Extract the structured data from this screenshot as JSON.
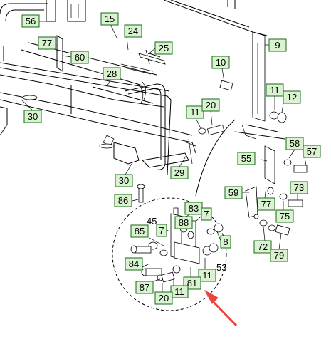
{
  "callouts": [
    {
      "id": "c56",
      "label": "56"
    },
    {
      "id": "c15",
      "label": "15"
    },
    {
      "id": "c24",
      "label": "24"
    },
    {
      "id": "c77a",
      "label": "77"
    },
    {
      "id": "c60",
      "label": "60"
    },
    {
      "id": "c25",
      "label": "25"
    },
    {
      "id": "c9",
      "label": "9"
    },
    {
      "id": "c10",
      "label": "10"
    },
    {
      "id": "c28",
      "label": "28"
    },
    {
      "id": "c11a",
      "label": "11"
    },
    {
      "id": "c12",
      "label": "12"
    },
    {
      "id": "c11b",
      "label": "11"
    },
    {
      "id": "c20a",
      "label": "20"
    },
    {
      "id": "c30a",
      "label": "30"
    },
    {
      "id": "c58",
      "label": "58"
    },
    {
      "id": "c57",
      "label": "57"
    },
    {
      "id": "c55",
      "label": "55"
    },
    {
      "id": "c29",
      "label": "29"
    },
    {
      "id": "c30b",
      "label": "30"
    },
    {
      "id": "c73",
      "label": "73"
    },
    {
      "id": "c59",
      "label": "59"
    },
    {
      "id": "c77b",
      "label": "77"
    },
    {
      "id": "c75",
      "label": "75"
    },
    {
      "id": "c86",
      "label": "86"
    },
    {
      "id": "c83",
      "label": "83"
    },
    {
      "id": "c7a",
      "label": "7"
    },
    {
      "id": "c88",
      "label": "88"
    },
    {
      "id": "c85",
      "label": "85"
    },
    {
      "id": "c7b",
      "label": "7"
    },
    {
      "id": "c8",
      "label": "8"
    },
    {
      "id": "c72",
      "label": "72"
    },
    {
      "id": "c79",
      "label": "79"
    },
    {
      "id": "c84",
      "label": "84"
    },
    {
      "id": "c11c",
      "label": "11"
    },
    {
      "id": "c87",
      "label": "87"
    },
    {
      "id": "c81",
      "label": "81"
    },
    {
      "id": "c11d",
      "label": "11"
    },
    {
      "id": "c20b",
      "label": "20"
    }
  ],
  "plain_labels": [
    {
      "id": "l45",
      "label": "45"
    },
    {
      "id": "l53",
      "label": "53"
    }
  ],
  "colors": {
    "callout_fill": "#d9f2d0",
    "callout_border": "#1a6a1a",
    "arrow": "#e8483c"
  }
}
